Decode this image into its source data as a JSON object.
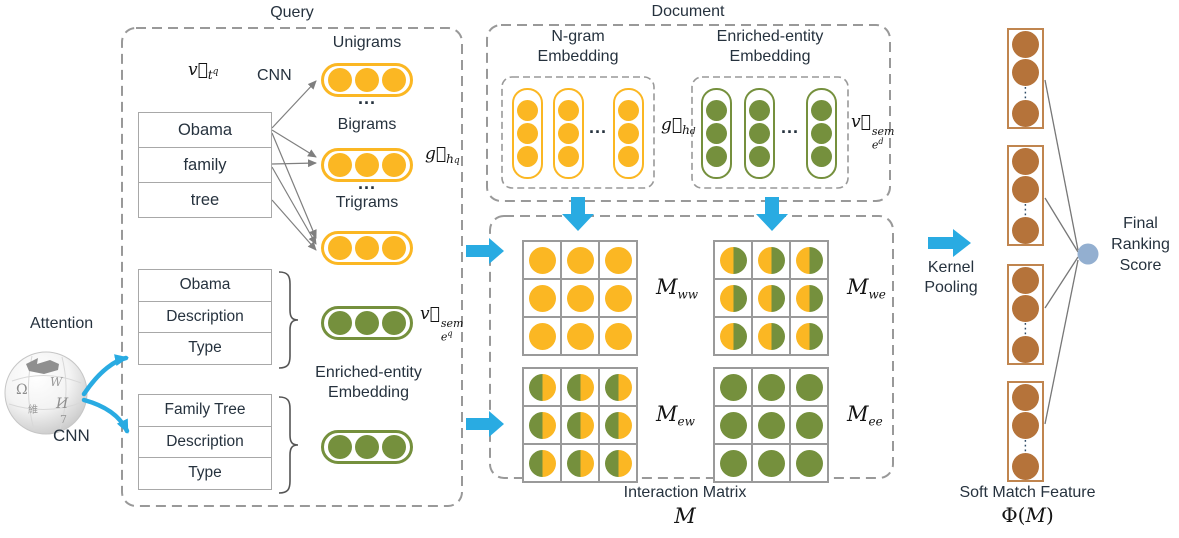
{
  "query": {
    "title": "Query",
    "cnn_label": "CNN",
    "term_vector": {
      "vec": "v⃗",
      "sub": "t",
      "subsup": "q"
    },
    "terms": [
      "Obama",
      "family",
      "tree"
    ],
    "unigrams_label": "Unigrams",
    "bigrams_label": "Bigrams",
    "trigrams_label": "Trigrams",
    "ellipsis": "...",
    "ngram_vector": {
      "vec": "g⃗",
      "sub": "h",
      "subsub": "q"
    },
    "attention_label": "Attention",
    "attention_cnn_label": "CNN",
    "entity_table_1": [
      "Obama",
      "Description",
      "Type"
    ],
    "entity_table_2": [
      "Family Tree",
      "Description",
      "Type"
    ],
    "entity_vector": {
      "vec": "v⃗",
      "sup": "sem",
      "sub": "e",
      "subsup": "q"
    },
    "enriched_label": {
      "line1": "Enriched-entity",
      "line2": "Embedding"
    }
  },
  "document": {
    "title": "Document",
    "ngram_box": {
      "line1": "N-gram",
      "line2": "Embedding"
    },
    "entity_box": {
      "line1": "Enriched-entity",
      "line2": "Embedding"
    },
    "ellipsis": "...",
    "ngram_vector": {
      "vec": "g⃗",
      "sub": "h",
      "subsub": "d"
    },
    "entity_vector": {
      "vec": "v⃗",
      "sup": "sem",
      "sub": "e",
      "subsup": "d"
    }
  },
  "interaction": {
    "caption": "Interaction Matrix",
    "symbol": "M",
    "m_ww": {
      "base": "M",
      "sub": "ww"
    },
    "m_we": {
      "base": "M",
      "sub": "we"
    },
    "m_ew": {
      "base": "M",
      "sub": "ew"
    },
    "m_ee": {
      "base": "M",
      "sub": "ee"
    }
  },
  "kernel_pooling": {
    "line1": "Kernel",
    "line2": "Pooling"
  },
  "soft_match": {
    "caption": "Soft Match Feature",
    "formula": {
      "pre": "Φ(",
      "m": "M",
      "post": ")"
    }
  },
  "final_score": {
    "line1": "Final",
    "line2": "Ranking",
    "line3": "Score"
  },
  "wiki_glyphs": {
    "g1": "Ω",
    "g2": "W",
    "g3": "И",
    "g4": "7",
    "g5": "維"
  },
  "colors": {
    "yellow": "#FBB723",
    "green": "#75903D",
    "brown": "#B5733A",
    "cyan": "#29ABE2",
    "node": "#93AFD0"
  }
}
